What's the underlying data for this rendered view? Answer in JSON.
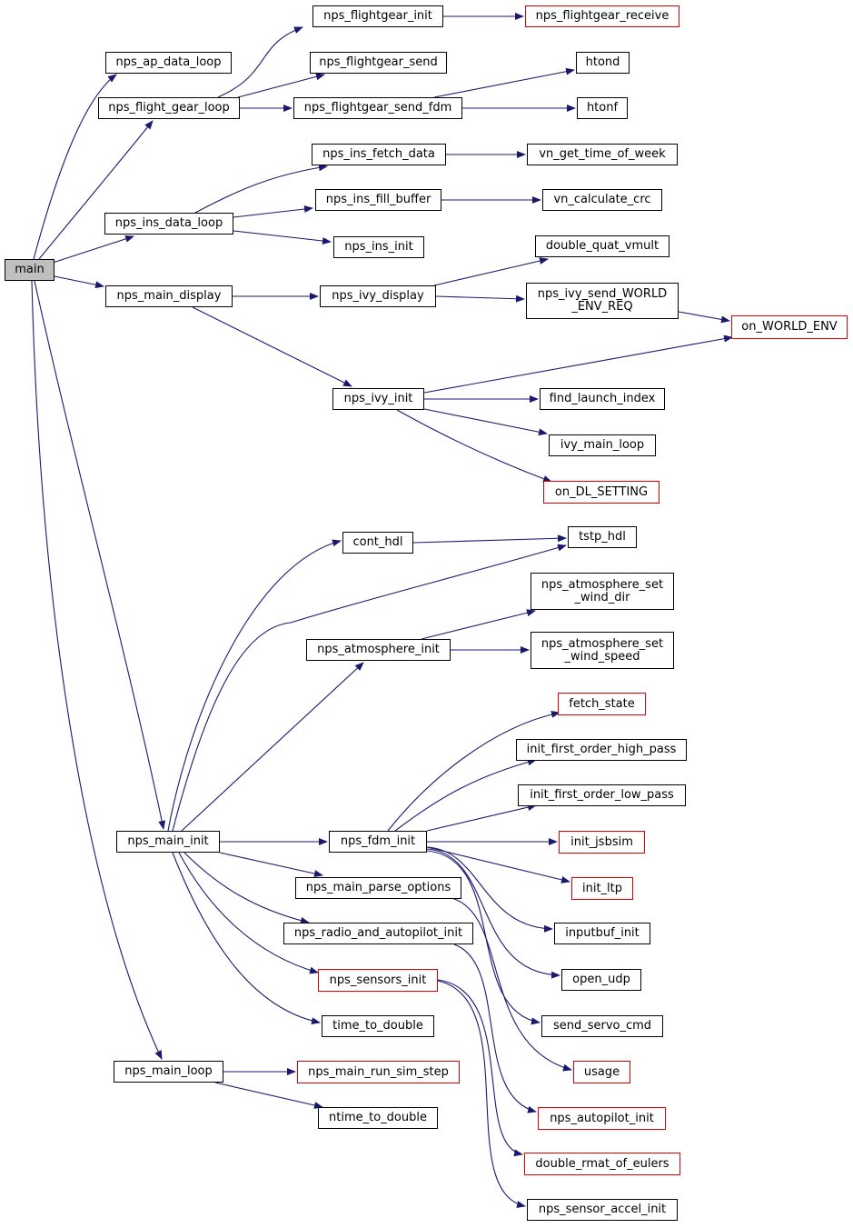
{
  "graph": {
    "edge_color": "#191970",
    "link_border_color": "#e00000",
    "root_fill": "#bfbfbf",
    "nodes": [
      {
        "id": "main",
        "label": "main"
      },
      {
        "id": "ap_data_loop",
        "label": "nps_ap_data_loop"
      },
      {
        "id": "flight_gear_loop",
        "label": "nps_flight_gear_loop"
      },
      {
        "id": "fg_init",
        "label": "nps_flightgear_init"
      },
      {
        "id": "fg_receive",
        "label": "nps_flightgear_receive"
      },
      {
        "id": "fg_send",
        "label": "nps_flightgear_send"
      },
      {
        "id": "fg_send_fdm",
        "label": "nps_flightgear_send_fdm"
      },
      {
        "id": "htond",
        "label": "htond"
      },
      {
        "id": "htonf",
        "label": "htonf"
      },
      {
        "id": "ins_data_loop",
        "label": "nps_ins_data_loop"
      },
      {
        "id": "ins_fetch",
        "label": "nps_ins_fetch_data"
      },
      {
        "id": "vn_time",
        "label": "vn_get_time_of_week"
      },
      {
        "id": "ins_fill",
        "label": "nps_ins_fill_buffer"
      },
      {
        "id": "vn_crc",
        "label": "vn_calculate_crc"
      },
      {
        "id": "ins_init",
        "label": "nps_ins_init"
      },
      {
        "id": "main_display",
        "label": "nps_main_display"
      },
      {
        "id": "dq_vmult",
        "label": "double_quat_vmult"
      },
      {
        "id": "ivy_display",
        "label": "nps_ivy_display"
      },
      {
        "id": "ivy_send_world",
        "label": "nps_ivy_send_WORLD\n_ENV_REQ"
      },
      {
        "id": "on_world_env",
        "label": "on_WORLD_ENV"
      },
      {
        "id": "ivy_init",
        "label": "nps_ivy_init"
      },
      {
        "id": "find_launch",
        "label": "find_launch_index"
      },
      {
        "id": "ivy_main_loop",
        "label": "ivy_main_loop"
      },
      {
        "id": "on_dl_setting",
        "label": "on_DL_SETTING"
      },
      {
        "id": "cont_hdl",
        "label": "cont_hdl"
      },
      {
        "id": "tstp_hdl",
        "label": "tstp_hdl"
      },
      {
        "id": "atm_wind_dir",
        "label": "nps_atmosphere_set\n_wind_dir"
      },
      {
        "id": "atm_init",
        "label": "nps_atmosphere_init"
      },
      {
        "id": "atm_wind_speed",
        "label": "nps_atmosphere_set\n_wind_speed"
      },
      {
        "id": "fetch_state",
        "label": "fetch_state"
      },
      {
        "id": "init_hp",
        "label": "init_first_order_high_pass"
      },
      {
        "id": "init_lp",
        "label": "init_first_order_low_pass"
      },
      {
        "id": "main_init",
        "label": "nps_main_init"
      },
      {
        "id": "fdm_init",
        "label": "nps_fdm_init"
      },
      {
        "id": "init_jsbsim",
        "label": "init_jsbsim"
      },
      {
        "id": "parse_options",
        "label": "nps_main_parse_options"
      },
      {
        "id": "init_ltp",
        "label": "init_ltp"
      },
      {
        "id": "radio_ap_init",
        "label": "nps_radio_and_autopilot_init"
      },
      {
        "id": "inputbuf_init",
        "label": "inputbuf_init"
      },
      {
        "id": "sensors_init",
        "label": "nps_sensors_init"
      },
      {
        "id": "open_udp",
        "label": "open_udp"
      },
      {
        "id": "time_to_double",
        "label": "time_to_double"
      },
      {
        "id": "send_servo",
        "label": "send_servo_cmd"
      },
      {
        "id": "main_loop",
        "label": "nps_main_loop"
      },
      {
        "id": "run_sim_step",
        "label": "nps_main_run_sim_step"
      },
      {
        "id": "usage",
        "label": "usage"
      },
      {
        "id": "ntime_to_double",
        "label": "ntime_to_double"
      },
      {
        "id": "ap_init",
        "label": "nps_autopilot_init"
      },
      {
        "id": "rmat_eulers",
        "label": "double_rmat_of_eulers"
      },
      {
        "id": "sensor_accel",
        "label": "nps_sensor_accel_init"
      }
    ]
  }
}
